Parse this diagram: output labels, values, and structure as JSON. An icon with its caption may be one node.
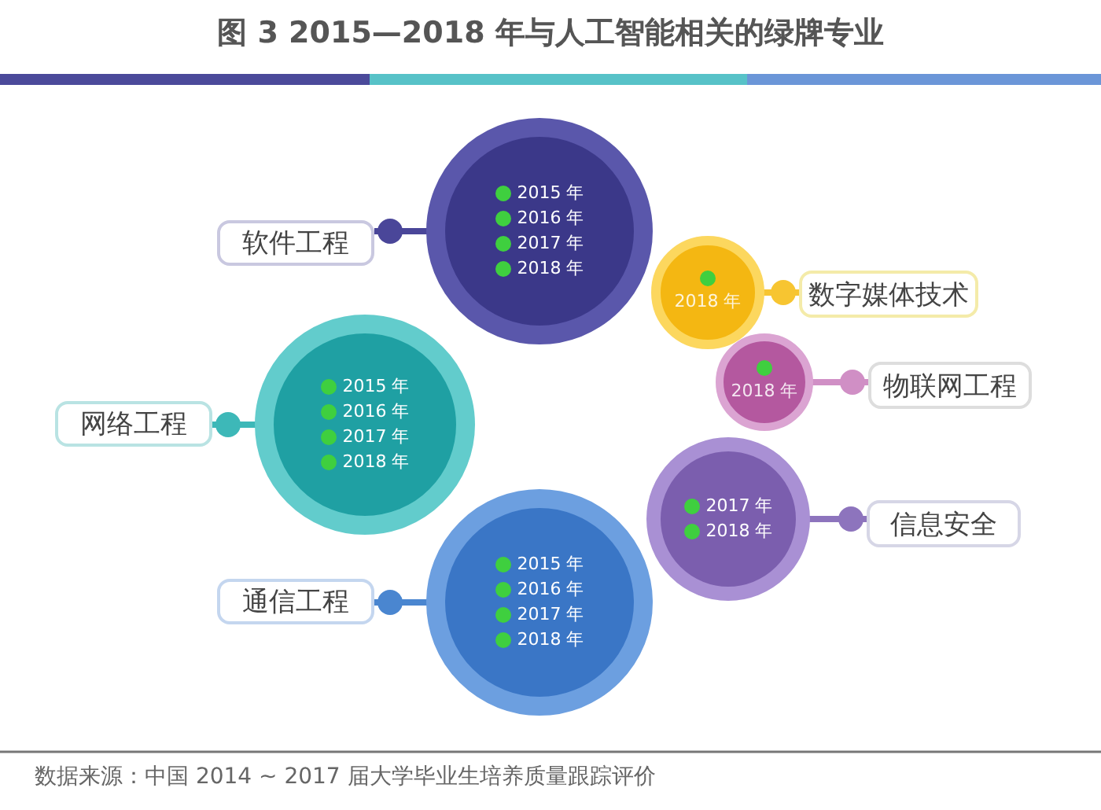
{
  "diagram": {
    "title": "图 3  2015—2018 年与人工智能相关的绿牌专业",
    "caption": "数据来源：中国 2014 ~ 2017 届大学毕业生培养质量跟踪评价",
    "nodes": [
      {
        "text": [
          "软件工程"
        ]
      },
      {
        "text": [
          "2015 年",
          "2016 年",
          "2017 年",
          "2018 年"
        ]
      },
      {
        "text": [
          "网络工程"
        ]
      },
      {
        "text": [
          "2015 年",
          "2016 年",
          "2017 年",
          "2018 年"
        ]
      },
      {
        "text": [
          "通信工程"
        ]
      },
      {
        "text": [
          "2015 年",
          "2016 年",
          "2017 年",
          "2018 年"
        ]
      },
      {
        "text": [
          "2018 年"
        ]
      },
      {
        "text": [
          "数字媒体技术"
        ]
      },
      {
        "text": [
          "2018 年"
        ]
      },
      {
        "text": [
          "物联网工程"
        ]
      },
      {
        "text": [
          "2017 年",
          "2018 年"
        ]
      },
      {
        "text": [
          "信息安全"
        ]
      }
    ],
    "edges": [
      {
        "from": 0,
        "to": 1,
        "arrow": "other",
        "color": "#4a4699"
      },
      {
        "from": 2,
        "to": 3,
        "arrow": "other",
        "color": "#3db8b8"
      },
      {
        "from": 4,
        "to": 5,
        "arrow": "other",
        "color": "#4a86d0"
      },
      {
        "from": 7,
        "to": 6,
        "arrow": "other",
        "color": "#f7c531"
      },
      {
        "from": 9,
        "to": 8,
        "arrow": "other",
        "color": "#d08fc5"
      },
      {
        "from": 11,
        "to": 10,
        "arrow": "other",
        "color": "#8d74bd"
      }
    ]
  }
}
